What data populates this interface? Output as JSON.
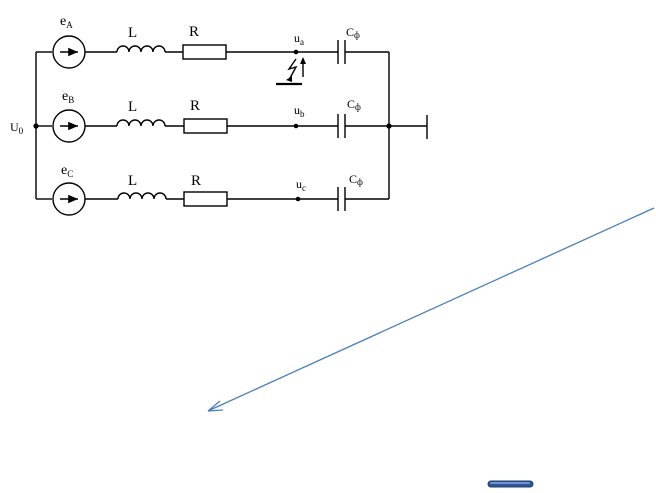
{
  "labels": {
    "u0": "U",
    "u0_sub": "0",
    "eA": "e",
    "eA_sub": "A",
    "eB": "e",
    "eB_sub": "B",
    "eC": "e",
    "eC_sub": "C",
    "L1": "L",
    "L2": "L",
    "L3": "L",
    "R1": "R",
    "R2": "R",
    "R3": "R",
    "ua": "u",
    "ua_sub": "a",
    "ub": "u",
    "ub_sub": "b",
    "uc": "u",
    "uc_sub": "c",
    "C1": "C",
    "C1_sub": "ф",
    "C2": "C",
    "C2_sub": "ф",
    "C3": "C",
    "C3_sub": "ф"
  },
  "colors": {
    "wire": "#000000",
    "arrow_line": "#4a7ebb",
    "bar_fill": "#2f5597"
  }
}
